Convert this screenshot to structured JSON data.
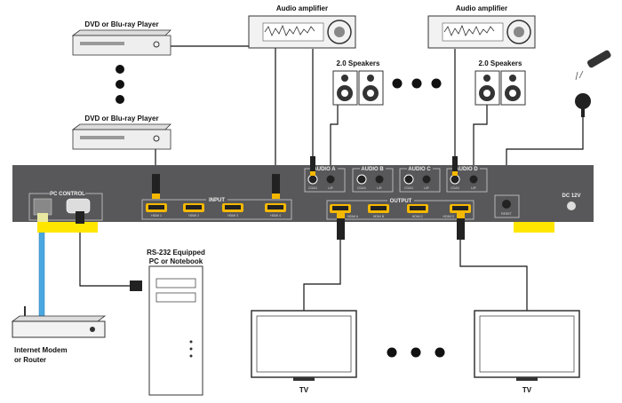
{
  "labels": {
    "dvd_top": "DVD or Blu-ray Player",
    "dvd_bottom": "DVD or Blu-ray Player",
    "amp_left": "Audio amplifier",
    "amp_right": "Audio amplifier",
    "speakers_left": "2.0 Speakers",
    "speakers_right": "2.0 Speakers",
    "pc_line1": "RS-232 Equipped",
    "pc_line2": "PC or Notebook",
    "router_line1": "Internet Modem",
    "router_line2": "or Router",
    "tv_left": "TV",
    "tv_right": "TV"
  },
  "panel": {
    "pc_control": "PC CONTROL",
    "input": "INPUT",
    "inputs": [
      "HDMI 1",
      "HDMI 2",
      "HDMI 3",
      "HDMI 4"
    ],
    "output": "OUTPUT",
    "outputs": [
      "HDMI A",
      "HDMI B",
      "HDMI C",
      "HDMI D"
    ],
    "audio": [
      "AUDIO A",
      "AUDIO B",
      "AUDIO C",
      "AUDIO D"
    ],
    "coax": "COAX",
    "lr": "L/R",
    "reset": "RESET",
    "power": "DC 12V"
  },
  "colors": {
    "panel": "#58585a",
    "cable": "#111111",
    "hdmi_gold": "#f5b800",
    "yellow": "#ffe600",
    "ethernet": "#4aa8e0"
  }
}
